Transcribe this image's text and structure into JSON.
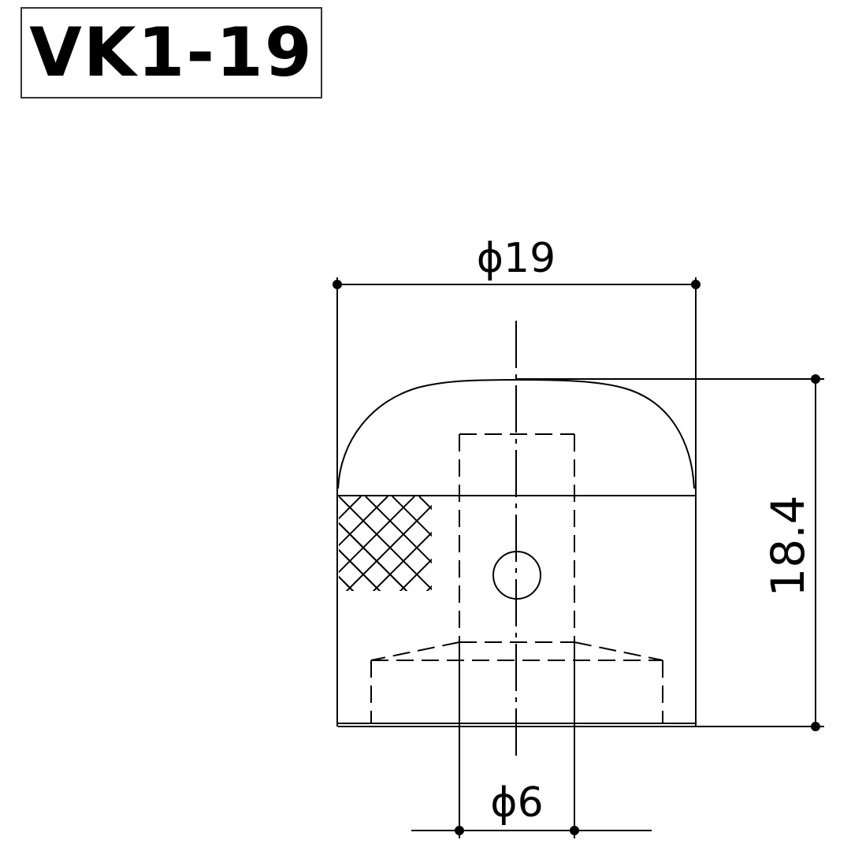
{
  "title": "VK1-19",
  "dimensions": {
    "outer_diameter": "ϕ19",
    "height": "18.4",
    "shaft_diameter": "ϕ6"
  },
  "colors": {
    "line": "#000000",
    "background": "#ffffff",
    "title_border": "#333333"
  }
}
